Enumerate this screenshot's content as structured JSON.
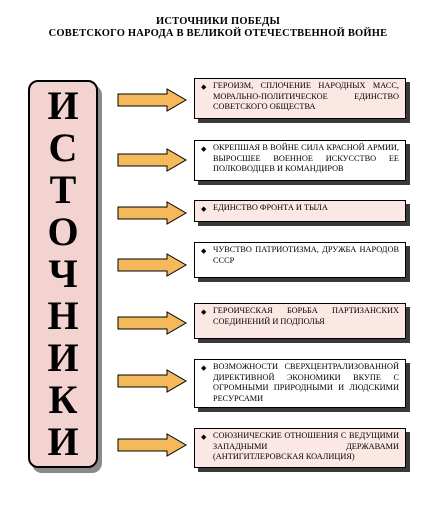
{
  "title": {
    "line1": "ИСТОЧНИКИ ПОБЕДЫ",
    "line2": "СОВЕТСКОГО НАРОДА В ВЕЛИКОЙ ОТЕЧЕСТВЕННОЙ ВОЙНЕ"
  },
  "source": {
    "letters": [
      "И",
      "С",
      "Т",
      "О",
      "Ч",
      "Н",
      "И",
      "К",
      "И"
    ]
  },
  "factors": [
    {
      "text": "ГЕРОИЗМ, СПЛОЧЕНИЕ НАРОДНЫХ МАСС, МОРАЛЬНО-ПОЛИТИЧЕСКОЕ ЕДИНСТВО СОВЕТСКОГО ОБЩЕСТВА"
    },
    {
      "text": "ОКРЕПШАЯ В ВОЙНЕ СИЛА КРАСНОЙ АРМИИ, ВЫРОСШЕЕ ВОЕННОЕ ИСКУССТВО ЕЕ ПОЛКОВОДЦЕВ И КОМАНДИРОВ"
    },
    {
      "text": "ЕДИНСТВО ФРОНТА И ТЫЛА"
    },
    {
      "text": "ЧУВСТВО ПАТРИОТИЗМА, ДРУЖБА НАРОДОВ СССР"
    },
    {
      "text": "ГЕРОИЧЕСКАЯ БОРЬБА ПАРТИЗАНСКИХ СОЕДИНЕНИЙ И ПОДПОЛЬЯ"
    },
    {
      "text": "ВОЗМОЖНОСТИ СВЕРХЦЕНТРАЛИЗОВАННОЙ ДИРЕКТИВНОЙ ЭКОНОМИКИ ВКУПЕ С ОГРОМНЫМИ ПРИРОДНЫМИ И ЛЮДСКИМИ РЕСУРСАМИ"
    },
    {
      "text": "СОЮЗНИЧЕСКИЕ ОТНОШЕНИЯ С ВЕДУЩИМИ ЗАПАДНЫМИ ДЕРЖАВАМИ (АНТИГИТЛЕРОВСКАЯ КОАЛИЦИЯ)"
    }
  ],
  "colors": {
    "column_fill": "#f3d3cf",
    "arrow_fill": "#f5b85a",
    "box_tint": "#fbe7e4"
  }
}
